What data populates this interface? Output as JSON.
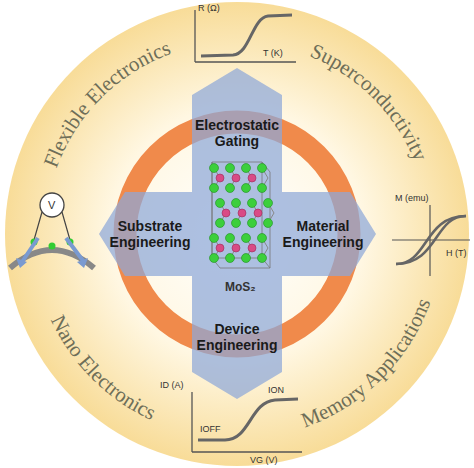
{
  "diagram": {
    "nodes": [
      {
        "text": [
          "Electrostatic Gating"
        ]
      },
      {
        "text": [
          "Substrate Engineering"
        ]
      },
      {
        "text": [
          "Material Engineering"
        ]
      },
      {
        "text": [
          "Device Engineering"
        ]
      }
    ],
    "edges": [],
    "labels": [
      "Flexible Electronics",
      "R (Ω)",
      "T (K)",
      "Superconductivity",
      "V",
      "M (emu)",
      "H (T)",
      "MoS₂",
      "Nano Electronics",
      "Memory Applications",
      "ID (A)",
      "ION",
      "IOFF",
      "VG (V)"
    ]
  }
}
